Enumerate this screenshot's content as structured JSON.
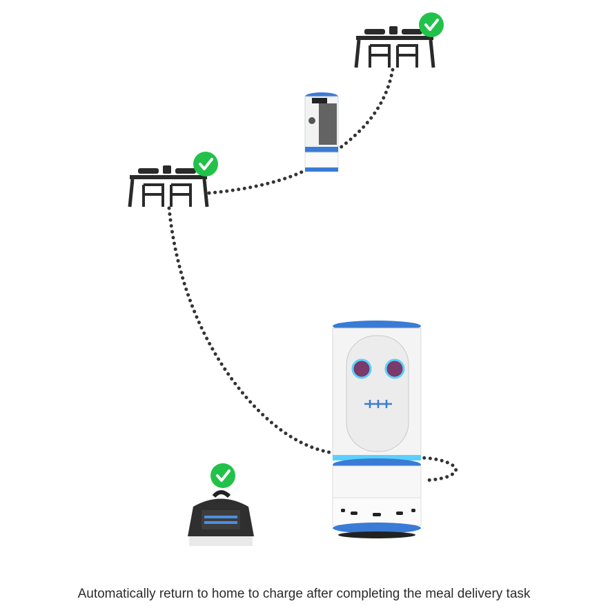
{
  "caption": "Automatically return to home to charge after completing the meal delivery task",
  "colors": {
    "check_green": "#22c24a",
    "path_dots": "#333333",
    "robot_blue": "#3a7bd5",
    "table_dark": "#2a2a2a"
  },
  "icons": [
    "dining-table-icon",
    "check-circle-icon",
    "delivery-robot",
    "charging-dock"
  ]
}
